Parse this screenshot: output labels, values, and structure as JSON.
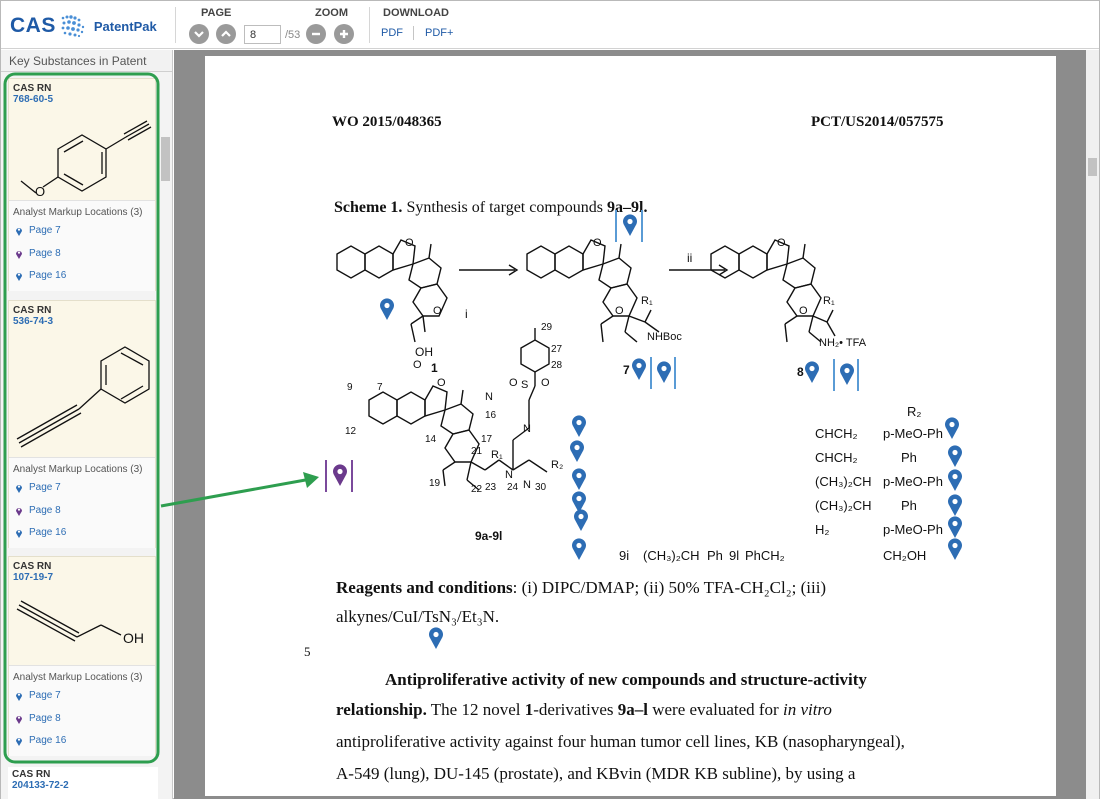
{
  "toolbar": {
    "logo_text": "CAS",
    "app_name": "PatentPak",
    "page_label": "PAGE",
    "page_current": "8",
    "page_total": "/53",
    "zoom_label": "ZOOM",
    "download_label": "DOWNLOAD",
    "pdf_label": "PDF",
    "pdfplus_label": "PDF+",
    "brand_color": "#1f5aa6"
  },
  "sidebar": {
    "title": "Key Substances in Patent",
    "cards": [
      {
        "rn_label": "CAS RN",
        "rn": "768-60-5",
        "markup_title": "Analyst Markup Locations (3)",
        "pages": [
          "Page 7",
          "Page 8",
          "Page 16"
        ]
      },
      {
        "rn_label": "CAS RN",
        "rn": "536-74-3",
        "markup_title": "Analyst Markup Locations (3)",
        "pages": [
          "Page 7",
          "Page 8",
          "Page 16"
        ]
      },
      {
        "rn_label": "CAS RN",
        "rn": "107-19-7",
        "markup_title": "Analyst Markup Locations (3)",
        "pages": [
          "Page 7",
          "Page 8",
          "Page 16"
        ]
      },
      {
        "rn_label": "CAS RN",
        "rn": "204133-72-2"
      }
    ],
    "highlight_color": "#2e9e4f"
  },
  "document": {
    "header_left": "WO 2015/048365",
    "header_right": "PCT/US2014/057575",
    "scheme_title_bold": "Scheme 1.",
    "scheme_title_rest": " Synthesis of target compounds ",
    "scheme_title_ref": "9a–9l.",
    "step_i": "i",
    "step_ii": "ii",
    "compound_1": "1",
    "compound_7": "7",
    "compound_8": "8",
    "compound_9": "9a-9l",
    "nhboc": "NHBoc",
    "nh2tfa": "NH₂• TFA",
    "r1": "R₁",
    "r2": "R₂",
    "oh": "OH",
    "table_r2_header": "R₂",
    "table_rows": [
      {
        "left": "CHCH₂",
        "right": "p-MeO-Ph"
      },
      {
        "left": "CHCH₂",
        "right": "Ph"
      },
      {
        "left": "(CH₃)₂CH",
        "right": "p-MeO-Ph"
      },
      {
        "left": "(CH₃)₂CH",
        "right": "Ph"
      },
      {
        "left": "H₂",
        "right": "p-MeO-Ph"
      },
      {
        "left": "PhCH₂",
        "right": "CH₂OH"
      }
    ],
    "table_bottom_fragments": [
      "9i",
      "(CH₃)₂CH",
      "Ph",
      "9l"
    ],
    "reagents_bold": "Reagents and conditions",
    "reagents_line1": ": (i) DIPC/DMAP; (ii) 50% TFA-CH₂Cl₂; (iii)",
    "reagents_line2": "alkynes/CuI/TsN₃/Et₃N.",
    "line_number": "5",
    "heading_line1": "Antiproliferative activity of new compounds and structure-activity",
    "heading_line2_bold": "relationship.",
    "para_line1_rest": " The 12 novel ",
    "para_line1_b1": "1",
    "para_line1_mid": "-derivatives ",
    "para_line1_b2": "9a–l",
    "para_line1_end": " were evaluated for ",
    "para_line1_it": "in vitro",
    "para_line2": "antiproliferative activity against four human tumor cell lines, KB (nasopharyngeal),",
    "para_line3": "A-549 (lung), DU-145 (prostate), and KBvin (MDR KB subline), by using a",
    "atom_numbers": [
      "29",
      "9",
      "7",
      "27",
      "28",
      "16",
      "17",
      "12",
      "14",
      "21",
      "19",
      "22",
      "23",
      "24",
      "30",
      "N",
      "N",
      "O",
      "O"
    ],
    "pin_blue": "#2d6db4",
    "pin_purple": "#6b3a8c"
  }
}
